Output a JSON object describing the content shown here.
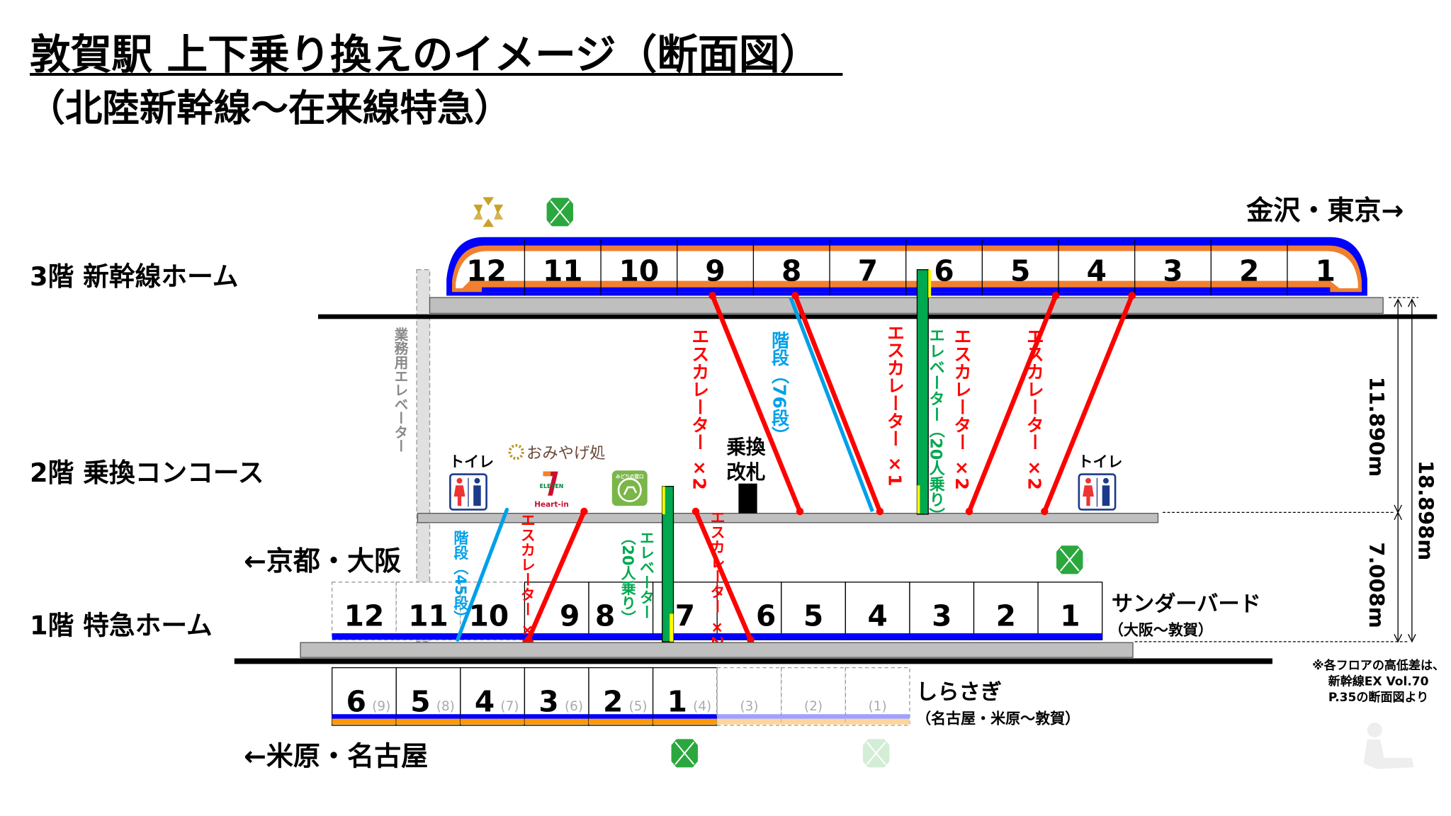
{
  "title": "敦賀駅 上下乗り換えのイメージ（断面図）",
  "subtitle": "（北陸新幹線～在来線特急）",
  "floors": {
    "f3": "3階 新幹線ホーム",
    "f2": "2階 乗換コンコース",
    "f1": "1階 特急ホーム"
  },
  "directions": {
    "kanazawa_tokyo": "金沢・東京→",
    "kyoto_osaka": "←京都・大阪",
    "maibara_nagoya": "←米原・名古屋"
  },
  "shinkansen_cars": [
    "12",
    "11",
    "10",
    "9",
    "8",
    "7",
    "6",
    "5",
    "4",
    "3",
    "2",
    "1"
  ],
  "thunderbird": {
    "name": "サンダーバード",
    "route": "（大阪～敦賀）",
    "cars": [
      "12",
      "11",
      "10",
      "9",
      "8",
      "7",
      "6",
      "5",
      "4",
      "3",
      "2",
      "1"
    ],
    "faded_cars": 3
  },
  "shirasagi": {
    "name": "しらさぎ",
    "route": "（名古屋・米原～敦賀）",
    "cars": [
      {
        "num": "6",
        "alt": "(9)"
      },
      {
        "num": "5",
        "alt": "(8)"
      },
      {
        "num": "4",
        "alt": "(7)"
      },
      {
        "num": "3",
        "alt": "(6)"
      },
      {
        "num": "2",
        "alt": "(5)"
      },
      {
        "num": "1",
        "alt": "(4)"
      },
      {
        "num": "",
        "alt": "(3)"
      },
      {
        "num": "",
        "alt": "(2)"
      },
      {
        "num": "",
        "alt": "(1)"
      }
    ]
  },
  "connections": {
    "service_elevator": "業務用エレベーター",
    "esc_9": "エスカレーター ×2",
    "stairs_76": "階段（76段）",
    "esc_8": "エスカレーター ×1",
    "elevator_upper": "エレベーター（20人乗り）",
    "esc_5": "エスカレーター ×2",
    "esc_4": "エスカレーター ×2",
    "stairs_45": "階段（45段）",
    "esc_lower_left": "エスカレーター ×2",
    "elevator_lower_1": "エレベーター",
    "elevator_lower_2": "（20人乗り）",
    "esc_lower_right": "エスカレーター ×2"
  },
  "concourse": {
    "toilet": "トイレ",
    "omiyage": "おみやげ処",
    "seven_eleven": "ELEVEN",
    "heart_in": "Heart-in",
    "midori": "みどりの窓口",
    "gate_1": "乗換",
    "gate_2": "改札"
  },
  "dimensions": {
    "upper": "11.890m",
    "lower": "7.008m",
    "total": "18.898m"
  },
  "note": [
    "※各フロアの高低差は、",
    "新幹線EX Vol.70",
    "P.35の断面図より"
  ],
  "colors": {
    "escalator": "#ff0000",
    "stairs": "#00a0e9",
    "elevator": "#00a84f",
    "shinkansen_blue": "#0000ff",
    "shinkansen_orange": "#f08030",
    "platform": "#bfbfbf",
    "shirasagi_orange": "#ff9900"
  },
  "icons": [
    "recycle-icon",
    "clover-icon",
    "toilet-icon",
    "seven-eleven-logo",
    "midori-window-icon",
    "gate-icon"
  ]
}
